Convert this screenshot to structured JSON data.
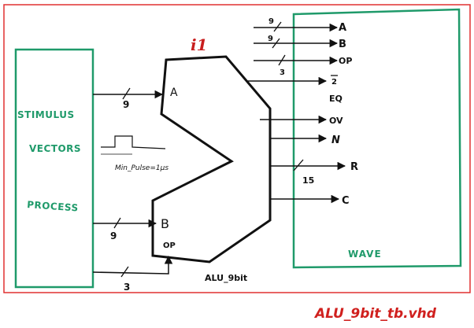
{
  "colors": {
    "frame": "#e03030",
    "green": "#1f9a6a",
    "ink": "#111111",
    "instance": "#c81e1e",
    "filename": "#d0201e"
  },
  "stimulus": {
    "line1": "STIMULUS",
    "line2": "VECTORS",
    "line3": "PROCESS",
    "pulse_label": "Min_Pulse=1µs"
  },
  "wave": {
    "label": "WAVE"
  },
  "alu": {
    "instance": "i1",
    "name": "ALU_9bit",
    "ports_in": {
      "a": "A",
      "b": "B",
      "op": "OP"
    }
  },
  "input_widths": {
    "a": "9",
    "b": "9",
    "op": "3"
  },
  "outputs": [
    {
      "name": "A",
      "width": "9"
    },
    {
      "name": "B",
      "width": "9"
    },
    {
      "name": "OP",
      "width": "3"
    },
    {
      "name": "EQ",
      "width": "2"
    },
    {
      "name": "OV",
      "width": ""
    },
    {
      "name": "N",
      "width": ""
    },
    {
      "name": "R",
      "width": "15"
    },
    {
      "name": "C",
      "width": ""
    }
  ],
  "filename": "ALU_9bit_tb.vhd"
}
